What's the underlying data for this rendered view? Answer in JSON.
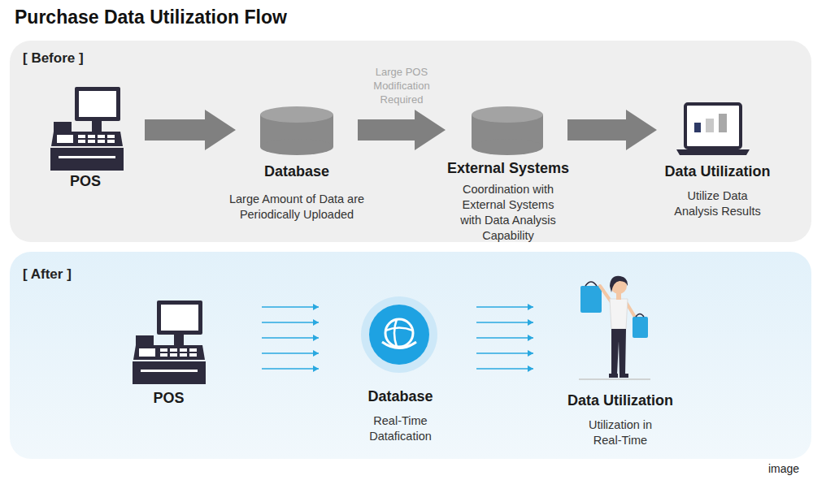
{
  "diagram": {
    "title": "Purchase Data Utilization Flow",
    "nodes": [
      {
        "text": [
          "[ Before ]"
        ]
      },
      {
        "text": [
          "POS"
        ],
        "in": 0
      },
      {
        "text": [
          "Database",
          "Large Amount of Data are Periodically Uploaded"
        ],
        "in": 0
      },
      {
        "text": [
          "External Systems",
          "Coordination with External Systems with Data Analysis Capability"
        ],
        "in": 0
      },
      {
        "text": [
          "Data Utilization",
          "Utilize Data Analysis Results"
        ],
        "in": 0
      },
      {
        "text": [
          "[ After ]"
        ]
      },
      {
        "text": [
          "POS"
        ],
        "in": 5
      },
      {
        "text": [
          "Database",
          "Real-Time Datafication"
        ],
        "in": 5
      },
      {
        "text": [
          "Data Utilization",
          "Utilization in Real-Time"
        ],
        "in": 5
      }
    ],
    "edges": [
      {
        "from": 1,
        "to": 2,
        "arrow": "to"
      },
      {
        "from": 2,
        "to": 3,
        "label": "Large POS Modification Required",
        "arrow": "to"
      },
      {
        "from": 3,
        "to": 4,
        "arrow": "to"
      },
      {
        "from": 6,
        "to": 7,
        "arrow": "to"
      },
      {
        "from": 7,
        "to": 8,
        "arrow": "to"
      }
    ],
    "labels": [
      "image"
    ]
  }
}
